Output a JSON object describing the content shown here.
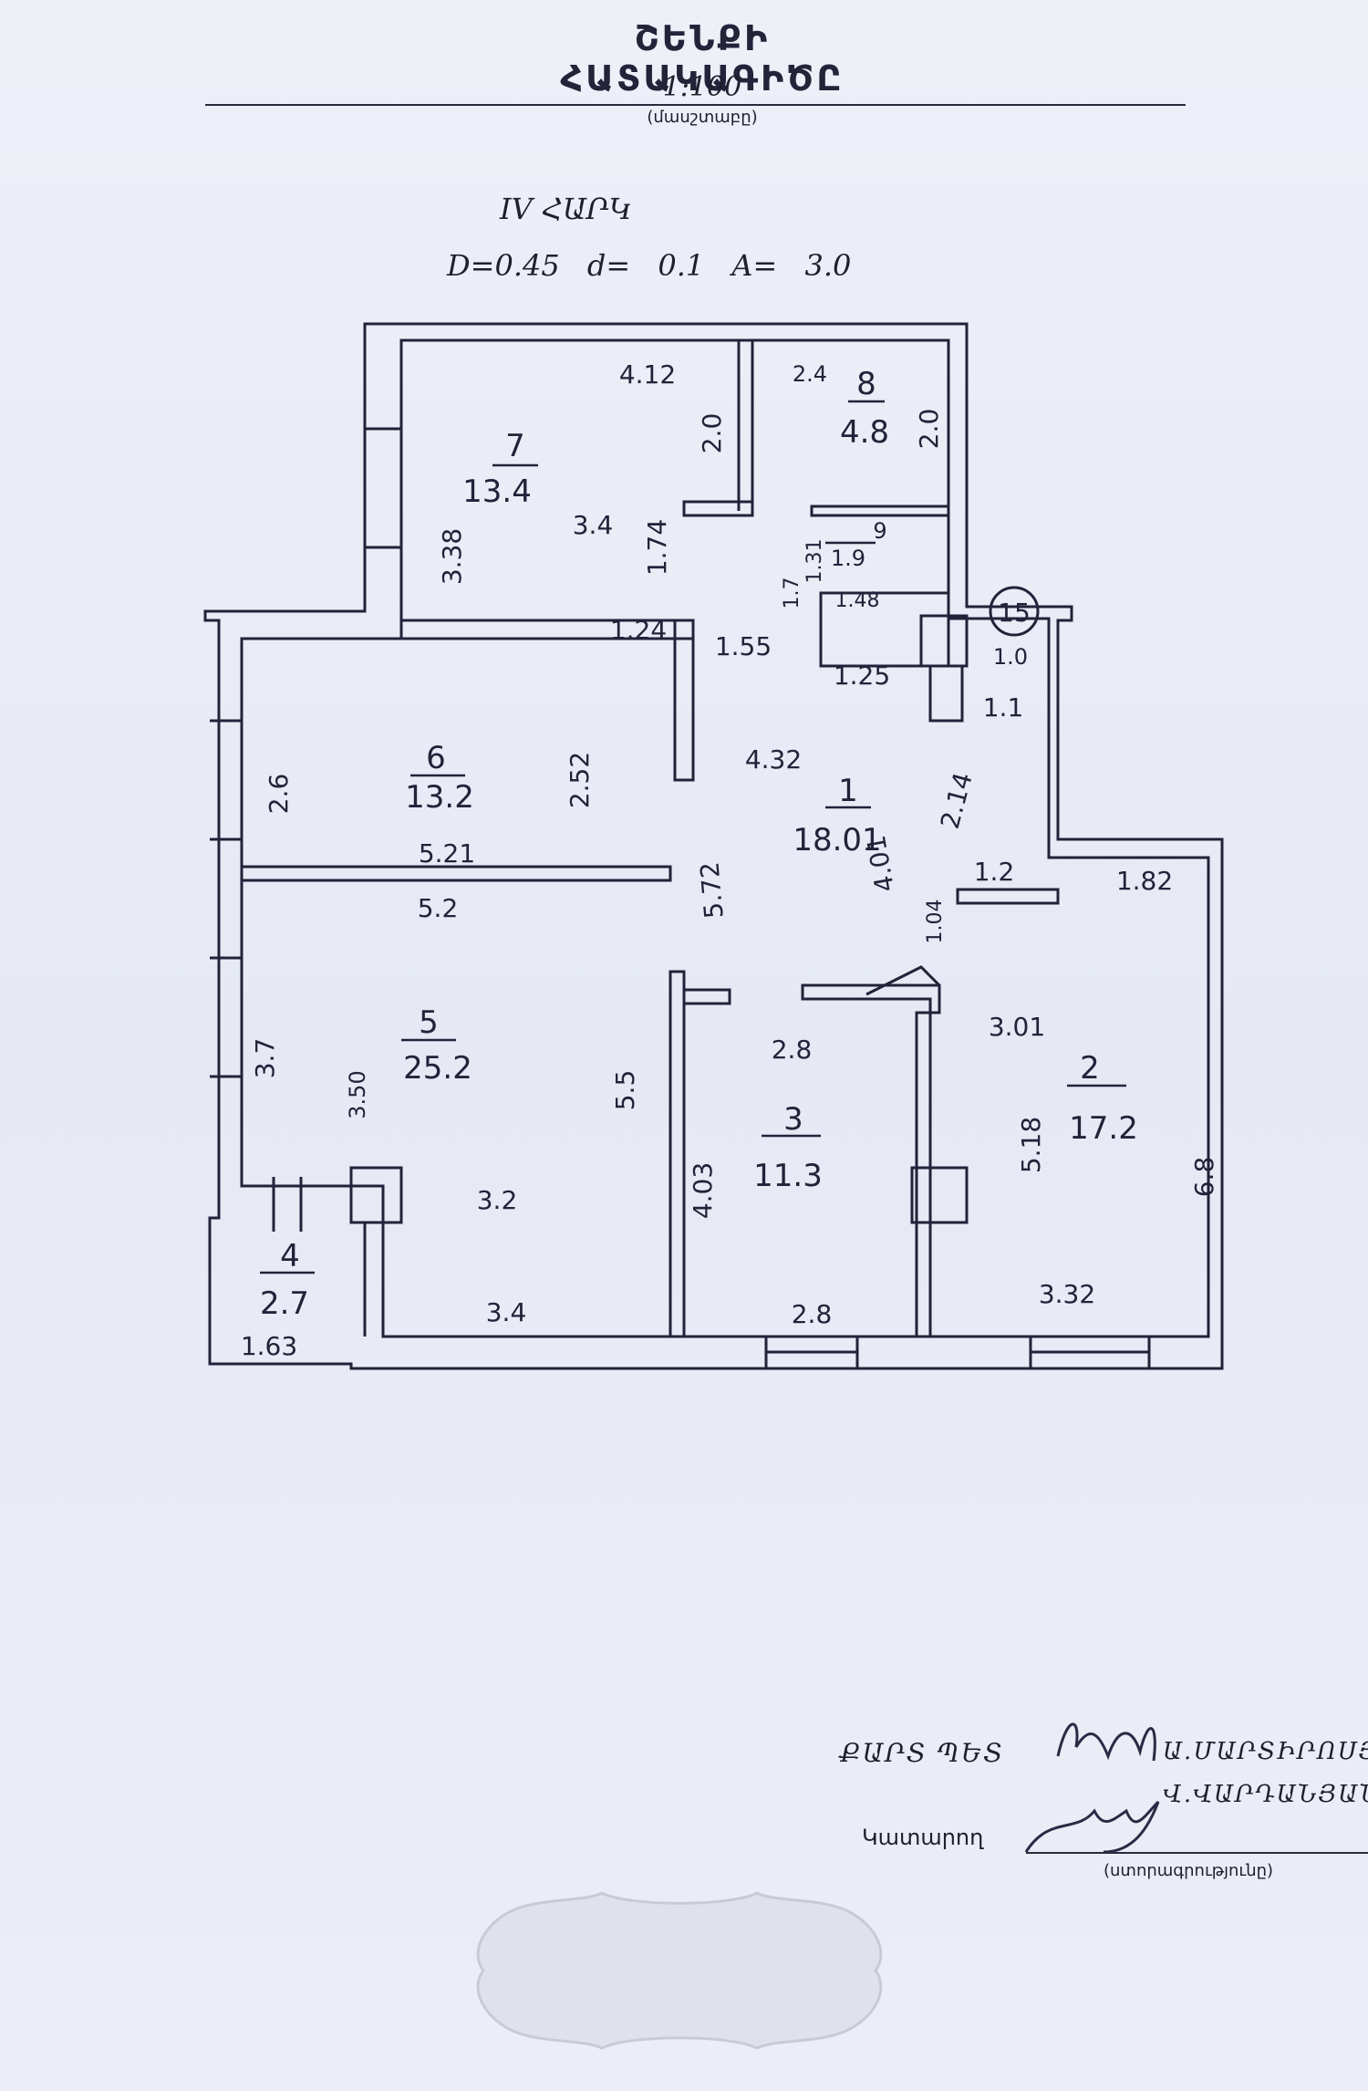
{
  "header": {
    "title": "ՇԵՆՔԻ ՀԱՏԱԿԱԳԻԾԸ",
    "scale": "1:100",
    "scale_caption": "(մասշտաբը)",
    "floor": "IV   ՀԱՐԿ",
    "params": "D=0.45   d= 0.1   A= 3.0"
  },
  "rooms": [
    {
      "num": "1",
      "area": "18.01"
    },
    {
      "num": "2",
      "area": "17.2"
    },
    {
      "num": "3",
      "area": "11.3"
    },
    {
      "num": "4",
      "area": "2.7"
    },
    {
      "num": "5",
      "area": "25.2"
    },
    {
      "num": "6",
      "area": "13.2"
    },
    {
      "num": "7",
      "area": "13.4"
    },
    {
      "num": "8",
      "area": "4.8"
    },
    {
      "num": "9",
      "area": "1.9"
    }
  ],
  "unit_marker": "15",
  "dimensions": {
    "d_4_12": "4.12",
    "d_2_0_a": "2.0",
    "d_2_4": "2.4",
    "d_2_0_b": "2.0",
    "d_3_38": "3.38",
    "d_3_4_top": "3.4",
    "d_1_74": "1.74",
    "d_1_7": "1.7",
    "d_1_31": "1.31",
    "d_1_48": "1.48",
    "d_1_24": "1.24",
    "d_1_55": "1.55",
    "d_1_25": "1.25",
    "d_1_0": "1.0",
    "d_1_1": "1.1",
    "d_2_6": "2.6",
    "d_2_52": "2.52",
    "d_4_32": "4.32",
    "d_2_14": "2.14",
    "d_5_21": "5.21",
    "d_5_72": "5.72",
    "d_4_01": "4.01",
    "d_1_2": "1.2",
    "d_1_82": "1.82",
    "d_5_2": "5.2",
    "d_1_04": "1.04",
    "d_3_7": "3.7",
    "d_3_50": "3.50",
    "d_5_5": "5.5",
    "d_2_8_mid": "2.8",
    "d_3_01": "3.01",
    "d_5_18": "5.18",
    "d_6_8": "6.8",
    "d_4_03": "4.03",
    "d_3_2": "3.2",
    "d_1_63": "1.63",
    "d_3_4_bot": "3.4",
    "d_2_8_bot": "2.8",
    "d_3_32": "3.32"
  },
  "signatures": {
    "row1_left": "ՔԱՐՏ ՊԵՏ",
    "row1_right": "Ա.ՄԱՐՏԻՐՈՍՅԱՆ",
    "row2_right": "Վ.ՎԱՐԴԱՆՅԱՆ",
    "performer_label": "Կատարող",
    "signature_caption": "(ստորագրությունը)"
  }
}
